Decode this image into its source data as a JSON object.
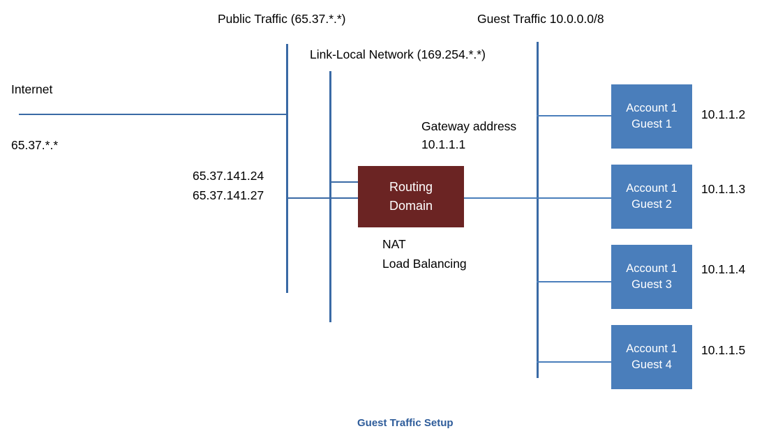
{
  "diagram": {
    "caption": "Guest Traffic Setup",
    "colors": {
      "guest_node": "#4A7EBB",
      "router_node": "#6B2423",
      "line": "#4A7EBB",
      "caption": "#2E5C9A",
      "text": "#000000"
    },
    "headers": {
      "public_traffic": "Public Traffic (65.37.*.*)",
      "link_local": "Link-Local Network (169.254.*.*)",
      "guest_traffic": "Guest Traffic 10.0.0.0/8"
    },
    "labels": {
      "internet": "Internet",
      "internet_range": "65.37.*.*",
      "public_ip_1": "65.37.141.24",
      "public_ip_2": "65.37.141.27",
      "gateway_title": "Gateway address",
      "gateway_ip": "10.1.1.1",
      "router_function_1": "NAT",
      "router_function_2": "Load Balancing"
    },
    "router": {
      "line1": "Routing",
      "line2": "Domain"
    },
    "guests": [
      {
        "line1": "Account 1",
        "line2": "Guest 1",
        "ip": "10.1.1.2"
      },
      {
        "line1": "Account 1",
        "line2": "Guest 2",
        "ip": "10.1.1.3"
      },
      {
        "line1": "Account 1",
        "line2": "Guest 3",
        "ip": "10.1.1.4"
      },
      {
        "line1": "Account 1",
        "line2": "Guest 4",
        "ip": "10.1.1.5"
      }
    ]
  }
}
